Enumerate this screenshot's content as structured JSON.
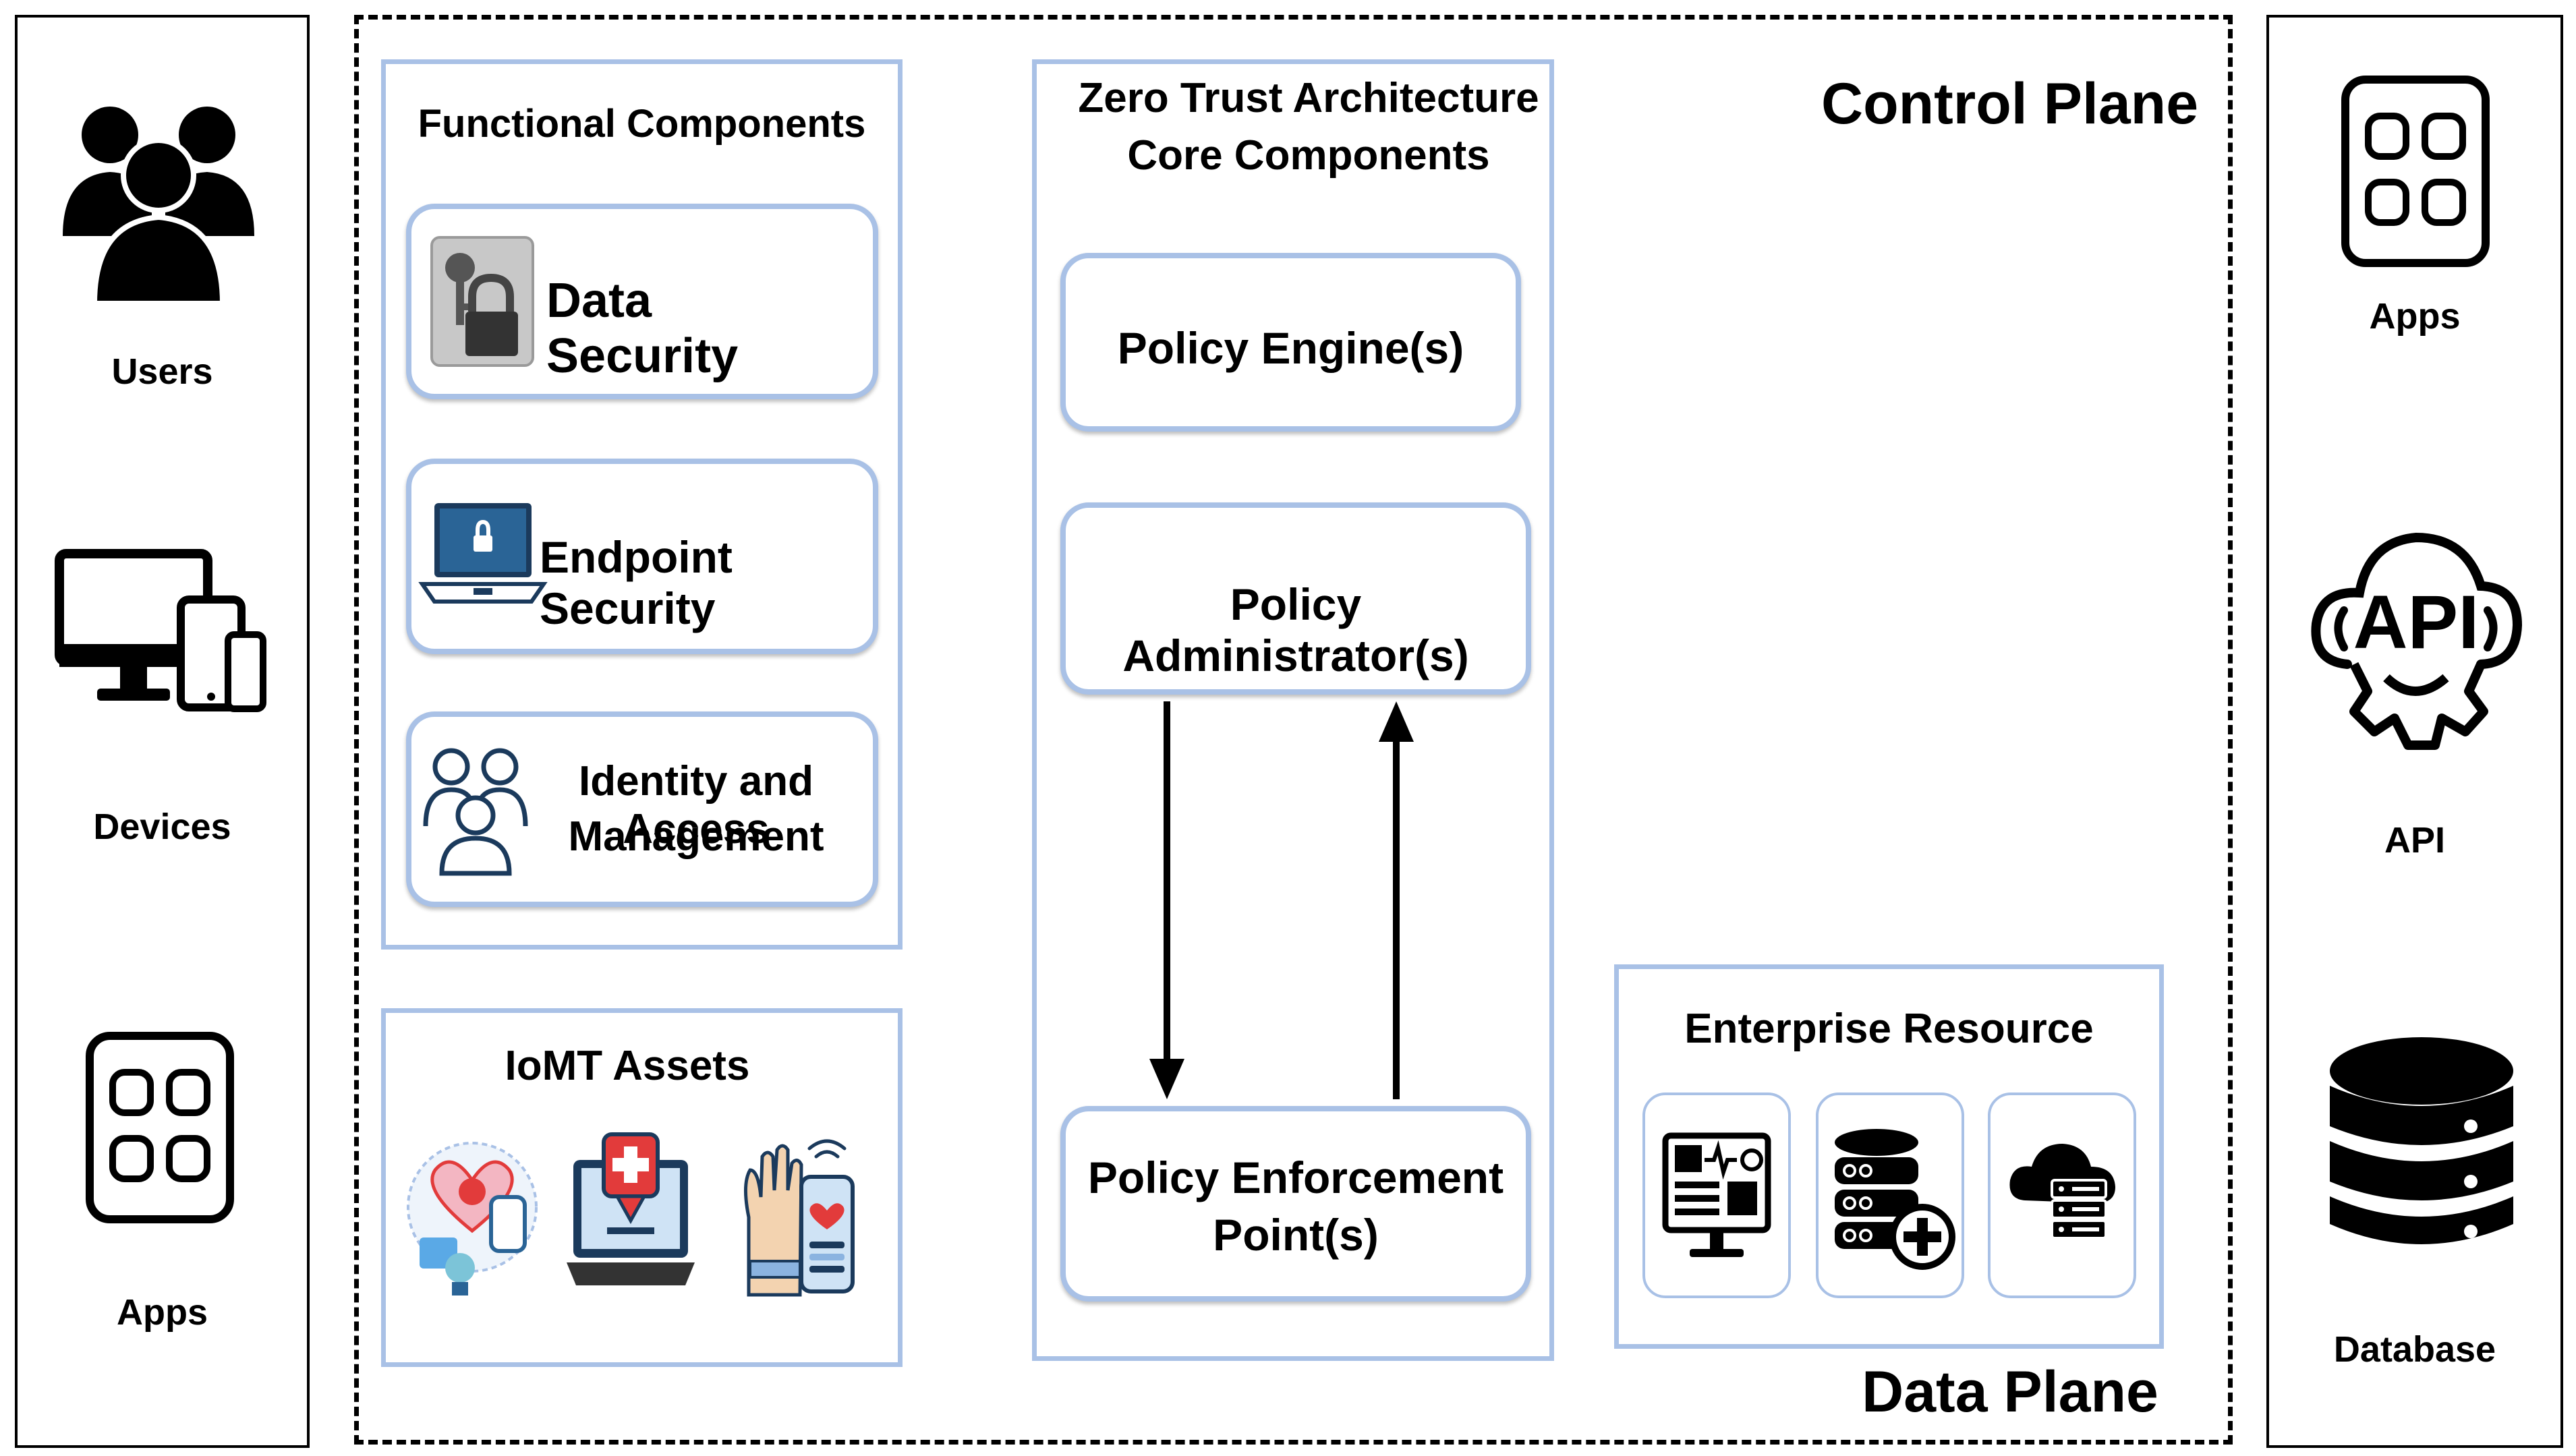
{
  "left_panel": {
    "users_label": "Users",
    "devices_label": "Devices",
    "apps_label": "Apps"
  },
  "right_panel": {
    "apps_label": "Apps",
    "api_label": "API",
    "api_icon_text": "API",
    "database_label": "Database"
  },
  "control_plane_label": "Control Plane",
  "data_plane_label": "Data Plane",
  "functional_components": {
    "title": "Functional Components",
    "items": [
      {
        "label": "Data Security"
      },
      {
        "label": "Endpoint Security"
      },
      {
        "label_line1": "Identity and Access",
        "label_line2": "Management"
      }
    ]
  },
  "iomt_assets": {
    "title": "IoMT Assets"
  },
  "core_components": {
    "title_line1": "Zero Trust Architecture",
    "title_line2": "Core Components",
    "policy_engine": "Policy Engine(s)",
    "policy_administrator": "Policy Administrator(s)",
    "policy_enforcement_line1": "Policy Enforcement",
    "policy_enforcement_line2": "Point(s)"
  },
  "enterprise_resource": {
    "title": "Enterprise Resource"
  },
  "colors": {
    "frame_blue": "#a9c1e6",
    "dark_navy": "#1b3a5c",
    "health_red": "#e23b3b"
  }
}
